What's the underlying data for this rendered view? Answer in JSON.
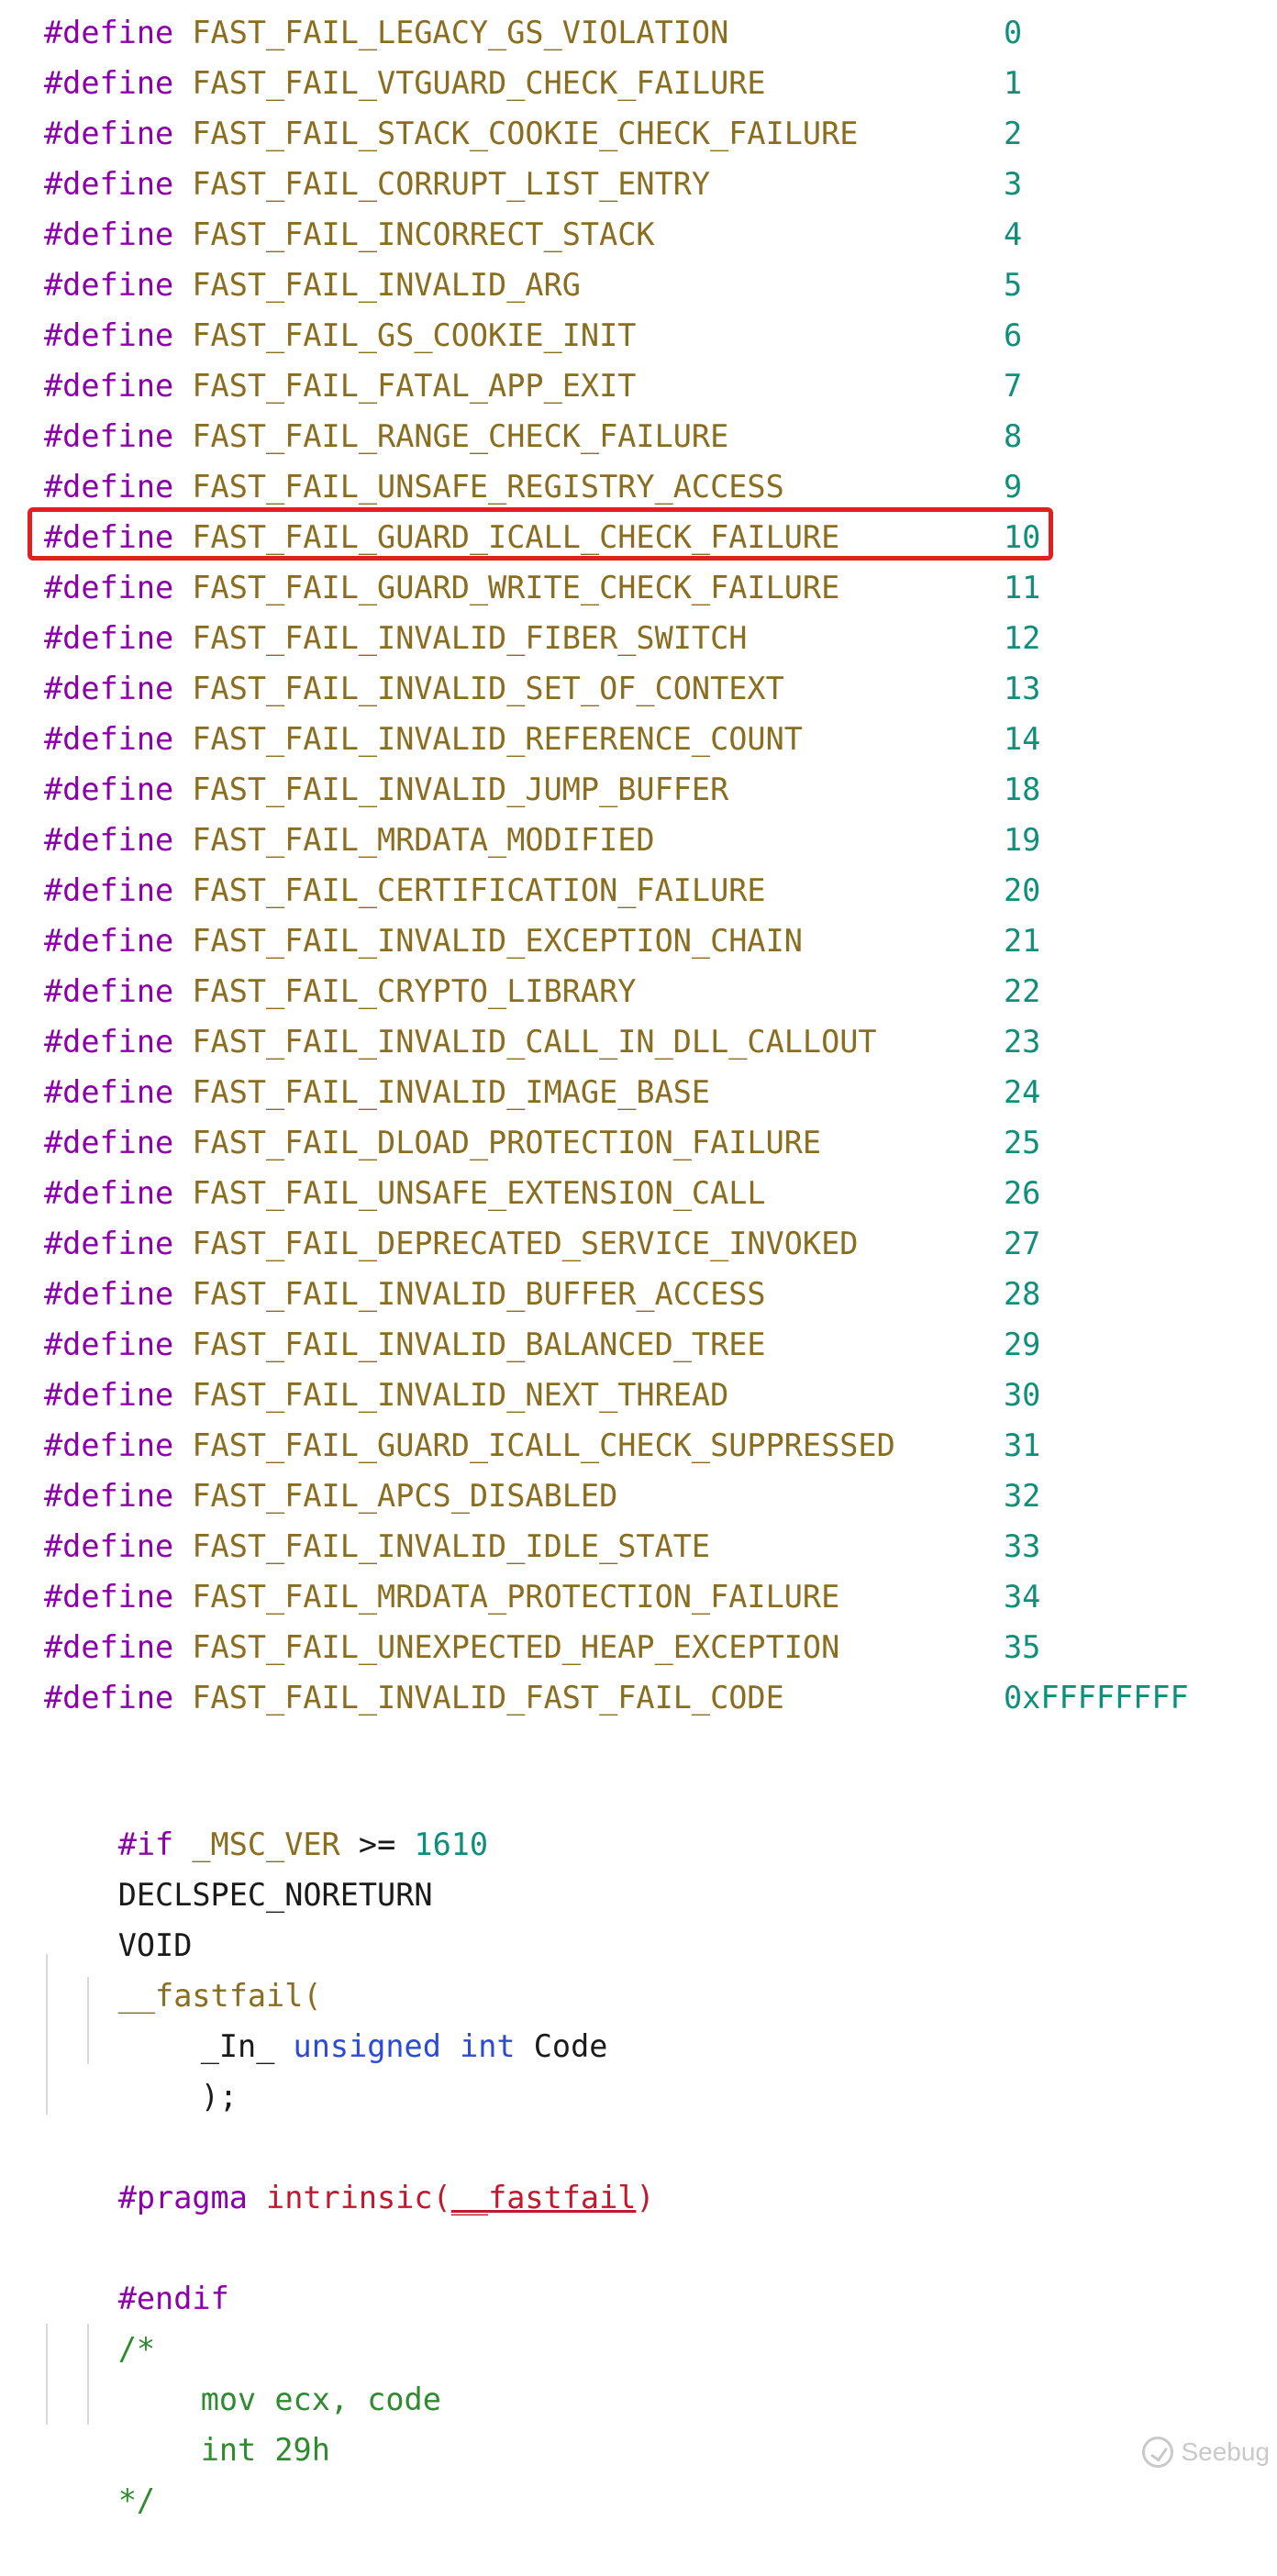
{
  "define_keyword": "#define",
  "defines": [
    {
      "name": "FAST_FAIL_LEGACY_GS_VIOLATION",
      "value": "0"
    },
    {
      "name": "FAST_FAIL_VTGUARD_CHECK_FAILURE",
      "value": "1"
    },
    {
      "name": "FAST_FAIL_STACK_COOKIE_CHECK_FAILURE",
      "value": "2"
    },
    {
      "name": "FAST_FAIL_CORRUPT_LIST_ENTRY",
      "value": "3"
    },
    {
      "name": "FAST_FAIL_INCORRECT_STACK",
      "value": "4"
    },
    {
      "name": "FAST_FAIL_INVALID_ARG",
      "value": "5"
    },
    {
      "name": "FAST_FAIL_GS_COOKIE_INIT",
      "value": "6"
    },
    {
      "name": "FAST_FAIL_FATAL_APP_EXIT",
      "value": "7"
    },
    {
      "name": "FAST_FAIL_RANGE_CHECK_FAILURE",
      "value": "8"
    },
    {
      "name": "FAST_FAIL_UNSAFE_REGISTRY_ACCESS",
      "value": "9"
    },
    {
      "name": "FAST_FAIL_GUARD_ICALL_CHECK_FAILURE",
      "value": "10",
      "highlighted": true
    },
    {
      "name": "FAST_FAIL_GUARD_WRITE_CHECK_FAILURE",
      "value": "11"
    },
    {
      "name": "FAST_FAIL_INVALID_FIBER_SWITCH",
      "value": "12"
    },
    {
      "name": "FAST_FAIL_INVALID_SET_OF_CONTEXT",
      "value": "13"
    },
    {
      "name": "FAST_FAIL_INVALID_REFERENCE_COUNT",
      "value": "14"
    },
    {
      "name": "FAST_FAIL_INVALID_JUMP_BUFFER",
      "value": "18"
    },
    {
      "name": "FAST_FAIL_MRDATA_MODIFIED",
      "value": "19"
    },
    {
      "name": "FAST_FAIL_CERTIFICATION_FAILURE",
      "value": "20"
    },
    {
      "name": "FAST_FAIL_INVALID_EXCEPTION_CHAIN",
      "value": "21"
    },
    {
      "name": "FAST_FAIL_CRYPTO_LIBRARY",
      "value": "22"
    },
    {
      "name": "FAST_FAIL_INVALID_CALL_IN_DLL_CALLOUT",
      "value": "23"
    },
    {
      "name": "FAST_FAIL_INVALID_IMAGE_BASE",
      "value": "24"
    },
    {
      "name": "FAST_FAIL_DLOAD_PROTECTION_FAILURE",
      "value": "25"
    },
    {
      "name": "FAST_FAIL_UNSAFE_EXTENSION_CALL",
      "value": "26"
    },
    {
      "name": "FAST_FAIL_DEPRECATED_SERVICE_INVOKED",
      "value": "27"
    },
    {
      "name": "FAST_FAIL_INVALID_BUFFER_ACCESS",
      "value": "28"
    },
    {
      "name": "FAST_FAIL_INVALID_BALANCED_TREE",
      "value": "29"
    },
    {
      "name": "FAST_FAIL_INVALID_NEXT_THREAD",
      "value": "30"
    },
    {
      "name": "FAST_FAIL_GUARD_ICALL_CHECK_SUPPRESSED",
      "value": "31"
    },
    {
      "name": "FAST_FAIL_APCS_DISABLED",
      "value": "32"
    },
    {
      "name": "FAST_FAIL_INVALID_IDLE_STATE",
      "value": "33"
    },
    {
      "name": "FAST_FAIL_MRDATA_PROTECTION_FAILURE",
      "value": "34"
    },
    {
      "name": "FAST_FAIL_UNEXPECTED_HEAP_EXCEPTION",
      "value": "35"
    },
    {
      "name": "FAST_FAIL_INVALID_FAST_FAIL_CODE",
      "value": "0xFFFFFFFF"
    }
  ],
  "code": {
    "if_directive": "#if",
    "if_condition_macro": " _MSC_VER",
    "if_operator": " >= ",
    "if_value": "1610",
    "declspec": "DECLSPEC_NORETURN",
    "return_type": "VOID",
    "function_name": "__fastfail(",
    "param_annotation": "_In_",
    "param_type_unsigned": "unsigned",
    "param_type_int": "int",
    "param_name": "Code",
    "close_paren": ");",
    "pragma_directive": "#pragma",
    "pragma_intrinsic": "intrinsic(",
    "pragma_fn": "__fastfail",
    "pragma_close": ")",
    "endif_directive": "#endif",
    "comment_open": "/*",
    "asm_line1": "mov ecx, code",
    "asm_line2": "int 29h",
    "comment_close": "*/"
  },
  "watermark": {
    "text": "Seebug"
  }
}
